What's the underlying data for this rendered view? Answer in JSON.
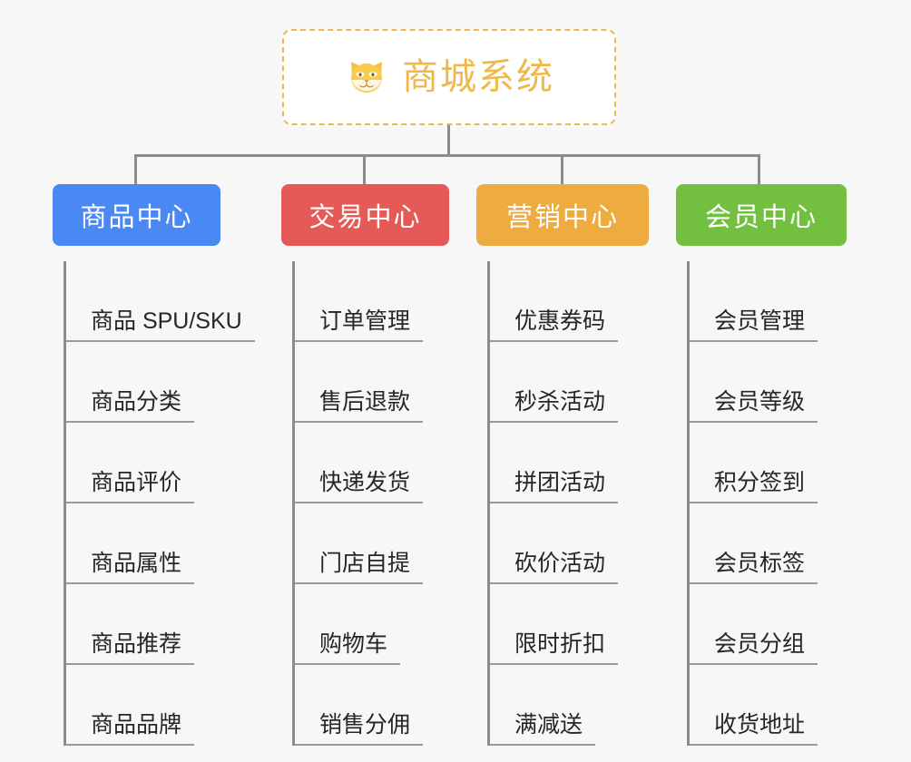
{
  "root": {
    "title": "商城系统",
    "icon": "dog-face-emoji",
    "border_color": "#f0b652",
    "text_color": "#f0b84b",
    "background": "#ffffff"
  },
  "canvas": {
    "background": "#f7f7f7",
    "connector_color": "#8c8c8c"
  },
  "categories": [
    {
      "label": "商品中心",
      "color": "#4a89f3",
      "items": [
        {
          "label": "商品 SPU/SKU"
        },
        {
          "label": "商品分类"
        },
        {
          "label": "商品评价"
        },
        {
          "label": "商品属性"
        },
        {
          "label": "商品推荐"
        },
        {
          "label": "商品品牌"
        }
      ]
    },
    {
      "label": "交易中心",
      "color": "#e55a56",
      "items": [
        {
          "label": "订单管理"
        },
        {
          "label": "售后退款"
        },
        {
          "label": "快递发货"
        },
        {
          "label": "门店自提"
        },
        {
          "label": "购物车"
        },
        {
          "label": "销售分佣"
        }
      ]
    },
    {
      "label": "营销中心",
      "color": "#eeab40",
      "items": [
        {
          "label": "优惠券码"
        },
        {
          "label": "秒杀活动"
        },
        {
          "label": "拼团活动"
        },
        {
          "label": "砍价活动"
        },
        {
          "label": "限时折扣"
        },
        {
          "label": "满减送"
        }
      ]
    },
    {
      "label": "会员中心",
      "color": "#73c041",
      "items": [
        {
          "label": "会员管理"
        },
        {
          "label": "会员等级"
        },
        {
          "label": "积分签到"
        },
        {
          "label": "会员标签"
        },
        {
          "label": "会员分组"
        },
        {
          "label": "收货地址"
        }
      ]
    }
  ]
}
